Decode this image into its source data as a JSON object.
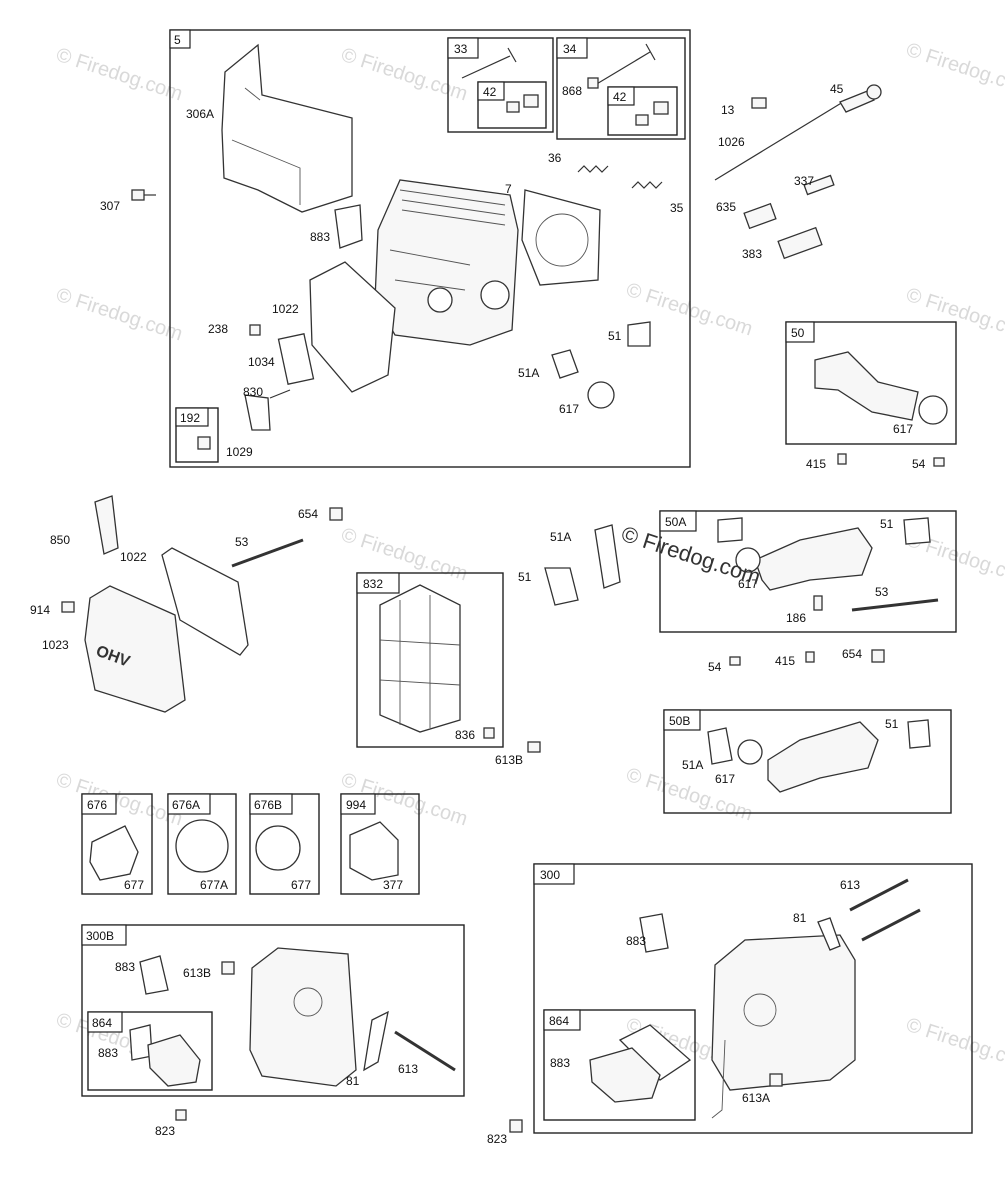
{
  "watermark": {
    "text": "© Firedog.com",
    "overlay": "© Firedog.com"
  },
  "groups": {
    "g5": "5",
    "g33": "33",
    "g34": "34",
    "g42a": "42",
    "g42b": "42",
    "g192": "192",
    "g50": "50",
    "g832": "832",
    "g50A": "50A",
    "g50B": "50B",
    "g676": "676",
    "g676A": "676A",
    "g676B": "676B",
    "g994": "994",
    "g300B": "300B",
    "g864a": "864",
    "g300": "300",
    "g864b": "864"
  },
  "labels": {
    "l306A": "306A",
    "l307": "307",
    "l883a": "883",
    "l7": "7",
    "l36": "36",
    "l35": "35",
    "l868": "868",
    "l1022a": "1022",
    "l238": "238",
    "l1034": "1034",
    "l830": "830",
    "l1029": "1029",
    "l51a": "51",
    "l51Aa": "51A",
    "l617a": "617",
    "l13": "13",
    "l45": "45",
    "l1026": "1026",
    "l337": "337",
    "l635": "635",
    "l383": "383",
    "l617b": "617",
    "l415a": "415",
    "l54a": "54",
    "l850": "850",
    "l1022b": "1022",
    "l53a": "53",
    "l654a": "654",
    "l914": "914",
    "l1023": "1023",
    "l51Ab": "51A",
    "l51b": "51",
    "l836": "836",
    "l613B": "613B",
    "l51c": "51",
    "l617c": "617",
    "l186": "186",
    "l53b": "53",
    "l54b": "54",
    "l415b": "415",
    "l654b": "654",
    "l51Ac": "51A",
    "l617d": "617",
    "l51d": "51",
    "l677a": "677",
    "l677A": "677A",
    "l677b": "677",
    "l377": "377",
    "l883b": "883",
    "l613Bb": "613B",
    "l883c": "883",
    "l81a": "81",
    "l613a": "613",
    "l823a": "823",
    "l613b": "613",
    "l81b": "81",
    "l883d": "883",
    "l883e": "883",
    "l613A": "613A",
    "l823b": "823"
  },
  "ohv_text": "OHV"
}
